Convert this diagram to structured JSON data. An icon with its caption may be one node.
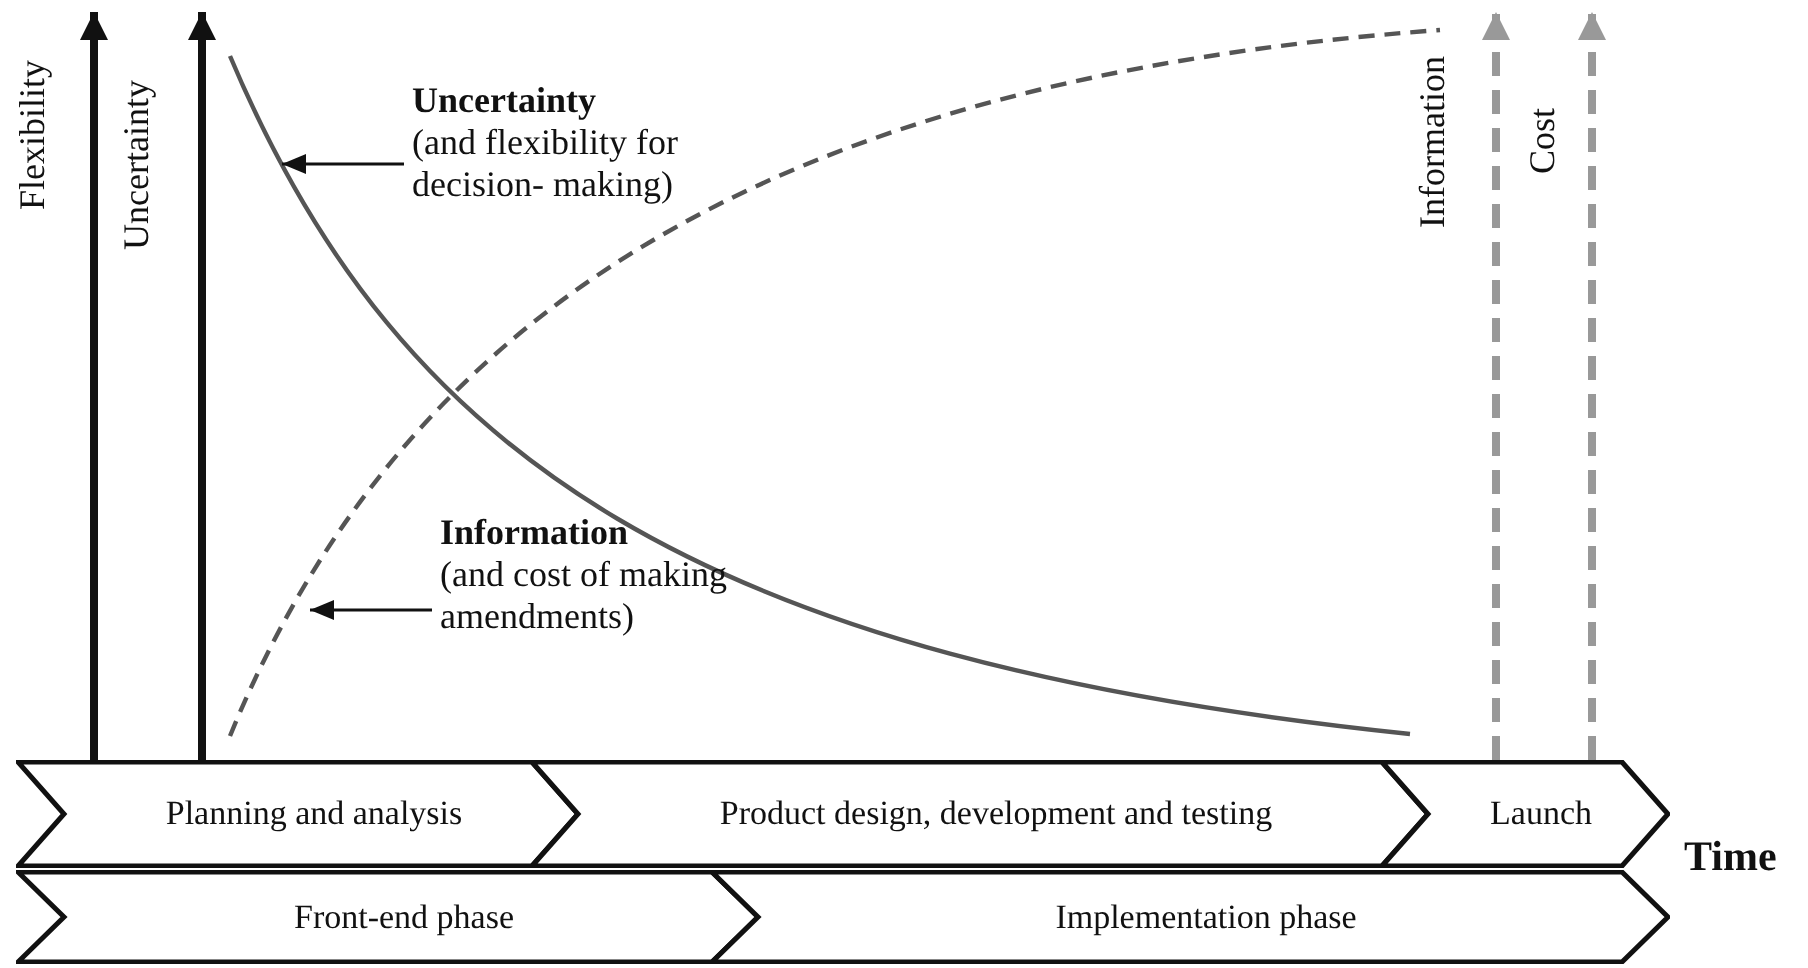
{
  "diagram": {
    "nodes": [
      {
        "text": [
          "Uncertainty",
          "(and flexibility for decision- making)"
        ]
      },
      {
        "text": [
          "Information",
          "(and cost of making amendments)"
        ]
      },
      {
        "text": [
          "Planning and analysis"
        ]
      },
      {
        "text": [
          "Product design, development and testing"
        ]
      },
      {
        "text": [
          "Launch"
        ]
      },
      {
        "text": [
          "Front-end phase"
        ]
      },
      {
        "text": [
          "Implementation phase"
        ]
      }
    ],
    "edges": [
      {
        "from": 0,
        "to": null,
        "arrow": "to"
      },
      {
        "from": 1,
        "to": null,
        "arrow": "to"
      }
    ],
    "labels": [
      "Flexibility",
      "Uncertainty",
      "Information",
      "Cost",
      "Time"
    ]
  }
}
